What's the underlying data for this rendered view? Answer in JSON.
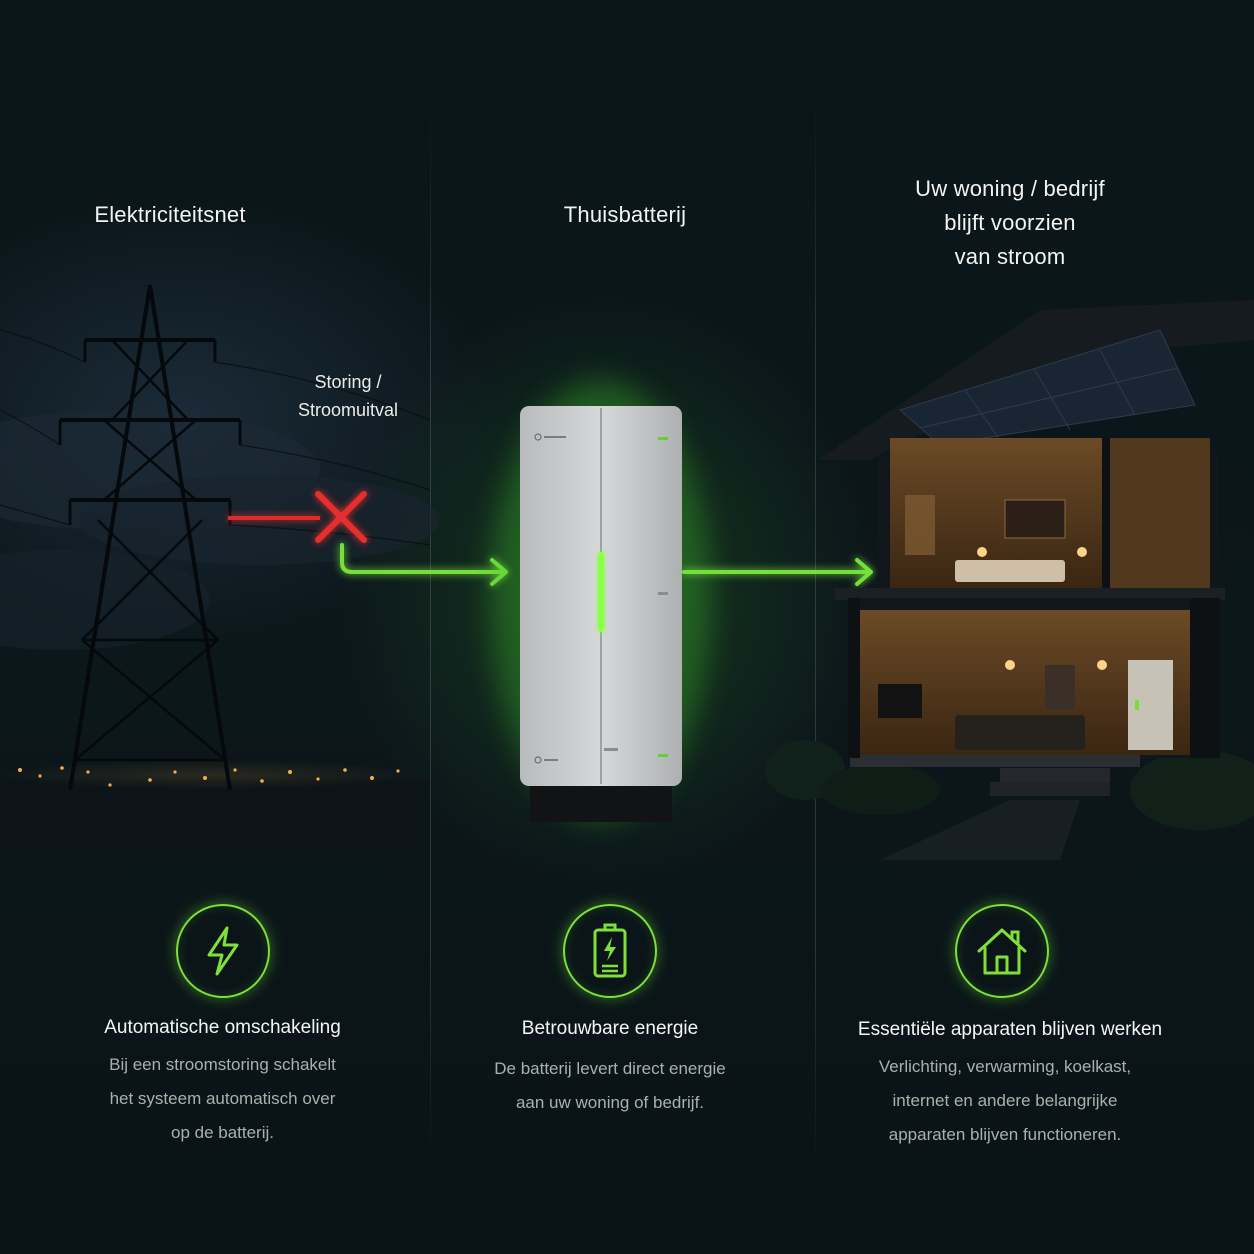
{
  "columns": [
    {
      "title": "Elektriciteitsnet"
    },
    {
      "title": "Thuisbatterij"
    },
    {
      "title": "Uw woning / bedrijf\nblijft voorzien\nvan stroom"
    }
  ],
  "fault_label": "Storing /\nStroomuitval",
  "features": [
    {
      "icon": "lightning-icon",
      "title": "Automatische omschakeling",
      "description": "Bij een stroomstoring schakelt\nhet systeem automatisch over\nop de batterij."
    },
    {
      "icon": "battery-charging-icon",
      "title": "Betrouwbare energie",
      "description": "De batterij levert direct energie\naan uw woning of bedrijf."
    },
    {
      "icon": "house-icon",
      "title": "Essentiële apparaten blijven werken",
      "description": "Verlichting, verwarming, koelkast,\ninternet en andere belangrijke\napparaten blijven functioneren."
    }
  ],
  "colors": {
    "accent_green": "#7ee03a",
    "fault_red": "#e02a2a",
    "battery_body": "#c9cbcc"
  }
}
